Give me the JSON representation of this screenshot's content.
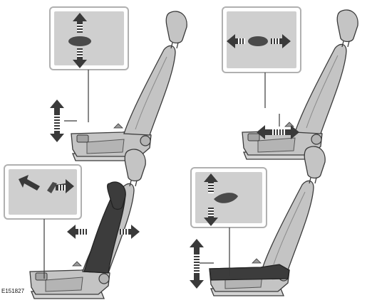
{
  "figure": {
    "code": "E151827",
    "panels": [
      {
        "id": "height",
        "adjusts": "seat-height",
        "direction": "up-down",
        "highlight": "none"
      },
      {
        "id": "fore-aft",
        "adjusts": "seat-fore-aft",
        "direction": "forward-backward",
        "highlight": "none"
      },
      {
        "id": "recline",
        "adjusts": "backrest-recline",
        "direction": "tilt-forward-backward",
        "highlight": "backrest"
      },
      {
        "id": "tilt",
        "adjusts": "cushion-tilt",
        "direction": "front-edge-up-down",
        "highlight": "cushion"
      }
    ],
    "colors": {
      "seat": "#c4c4c4",
      "seat_outline": "#3a3a3a",
      "highlight": "#3c3c3c",
      "inset_bg": "#cfcfcf",
      "inset_border": "#b0b0b0",
      "arrow": "#3a3a3a"
    }
  }
}
